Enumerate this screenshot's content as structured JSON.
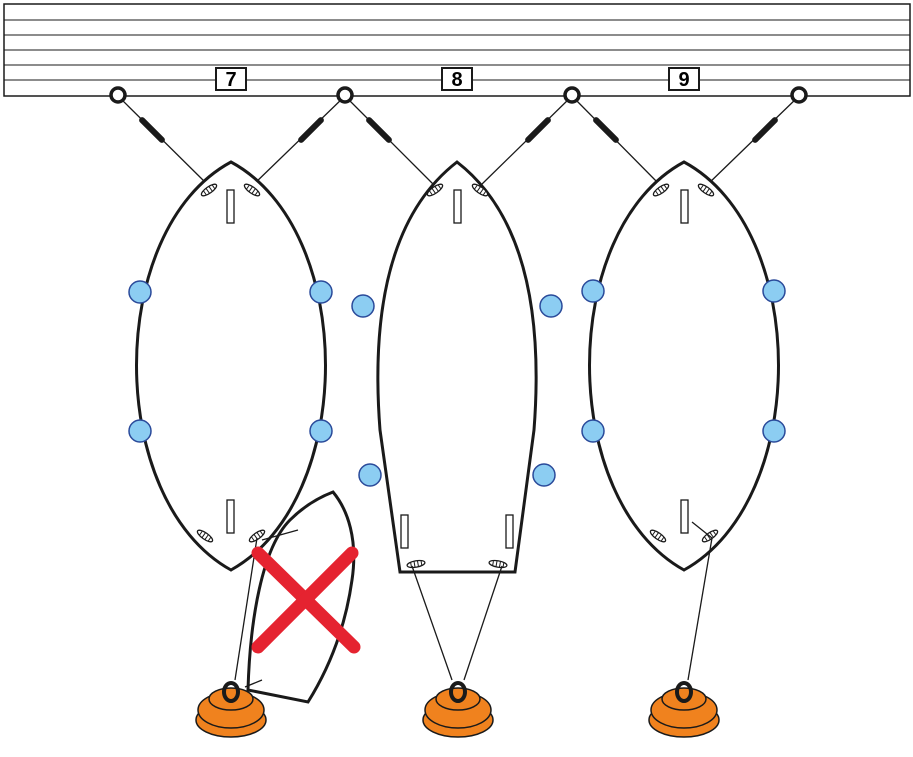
{
  "berths": [
    {
      "number": "7",
      "stern_layout": "pointed",
      "incorrect_boat": true
    },
    {
      "number": "8",
      "stern_layout": "transom",
      "incorrect_boat": false
    },
    {
      "number": "9",
      "stern_layout": "pointed",
      "incorrect_boat": false
    }
  ],
  "colors": {
    "fender": "#8ccdf2",
    "fender_stroke": "#2a4a9a",
    "buoy": "#f0821e",
    "buoy_stroke": "#1a1a1a",
    "cross": "#e52330",
    "line": "#1a1a1a"
  },
  "icons": {
    "mooring_ring": "ring-icon",
    "cleat": "cleat-icon",
    "spring": "spring-icon",
    "fender": "fender-icon",
    "buoy": "mooring-buoy-icon",
    "wrong": "red-cross-icon"
  }
}
